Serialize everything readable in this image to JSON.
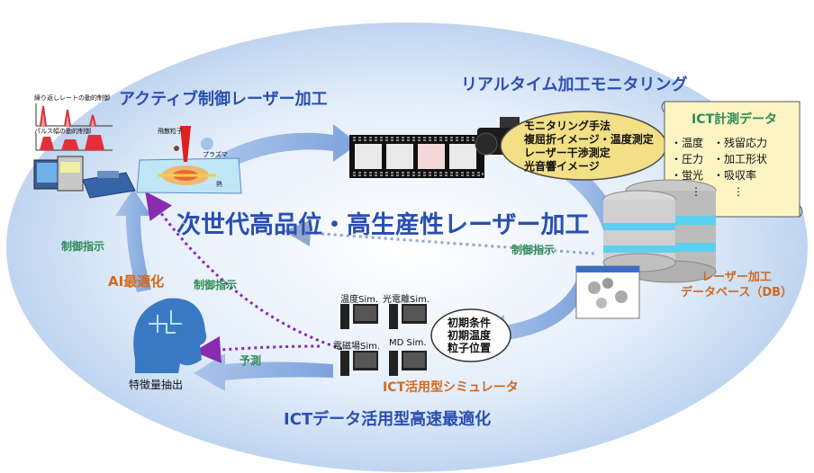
{
  "main_title": "次世代高品位・高生産性レーザー加工",
  "active_control": {
    "title": "アクティブ制御レーザー加工",
    "graph_label_1": "繰り返しレートの動的制御",
    "graph_label_2": "パルス幅の動的制御",
    "particle_label": "飛散粒子",
    "plasma_label": "プラズマ",
    "heat_label": "熱"
  },
  "monitoring": {
    "title": "リアルタイム加工モニタリング",
    "bubble_items": [
      "モニタリング手法",
      "複屈折イメージ・温度測定",
      "レーザー干渉測定",
      "光音響イメージ"
    ]
  },
  "ict_data": {
    "title": "ICT計測データ",
    "col1": [
      "・温度",
      "・圧力",
      "・蛍光"
    ],
    "col2": [
      "・残留応力",
      "・加工形状",
      "・吸収率"
    ],
    "dots": "⋮"
  },
  "database": {
    "label_line1": "レーザー加工",
    "label_line2": "データベース（DB）"
  },
  "simulator": {
    "title": "ICT活用型シミュレータ",
    "sims": [
      "温度Sim.",
      "光電離Sim.",
      "電磁場Sim.",
      "MD Sim."
    ],
    "conditions": [
      "初期条件",
      "初期温度",
      "粒子位置"
    ]
  },
  "ai": {
    "title": "AI最適化",
    "feature_label": "特徴量抽出"
  },
  "bottom_title": "ICTデータ活用型高速最適化",
  "arrows": {
    "control_left": "制御指示",
    "control_mid": "制御指示",
    "control_right": "制御指示",
    "predict": "予測"
  },
  "colors": {
    "ellipse": "#c9dcf2",
    "title_blue": "#2a4fb0",
    "orange": "#d2691e",
    "green": "#2e8b57",
    "arrow": "#8fb0e0",
    "dotted": "#8a2bb0",
    "scroll": "#fdf4c4"
  }
}
